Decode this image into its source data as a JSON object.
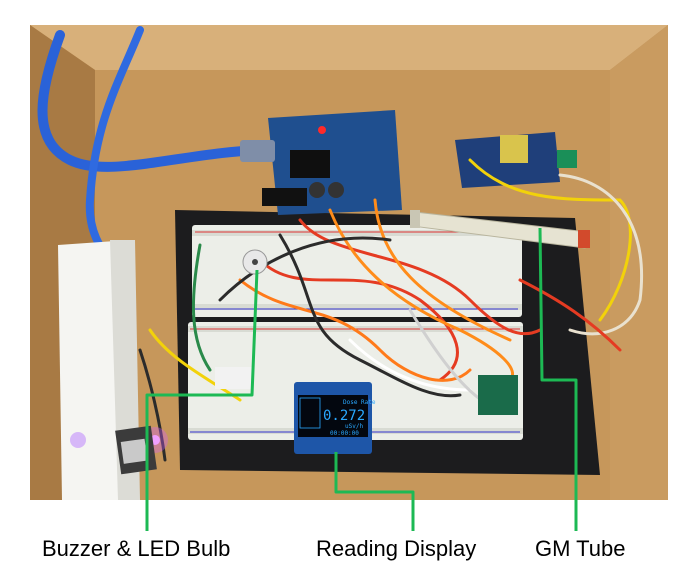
{
  "captions": {
    "buzzer": "Buzzer & LED Bulb",
    "display": "Reading Display",
    "gm_tube": "GM Tube"
  },
  "oled": {
    "lines": [
      "Dose Rate",
      "0.272",
      "uSv/h",
      "00:00:00"
    ],
    "color": "#2aa8ff"
  },
  "colors": {
    "callout_line": "#1db954",
    "cardboard": "#c79a5d",
    "breadboard": "#eef0ea",
    "arduino": "#1d4e8c",
    "usb_cable": "#2a62d8",
    "gm_tube_wire": "#f2d20a"
  }
}
